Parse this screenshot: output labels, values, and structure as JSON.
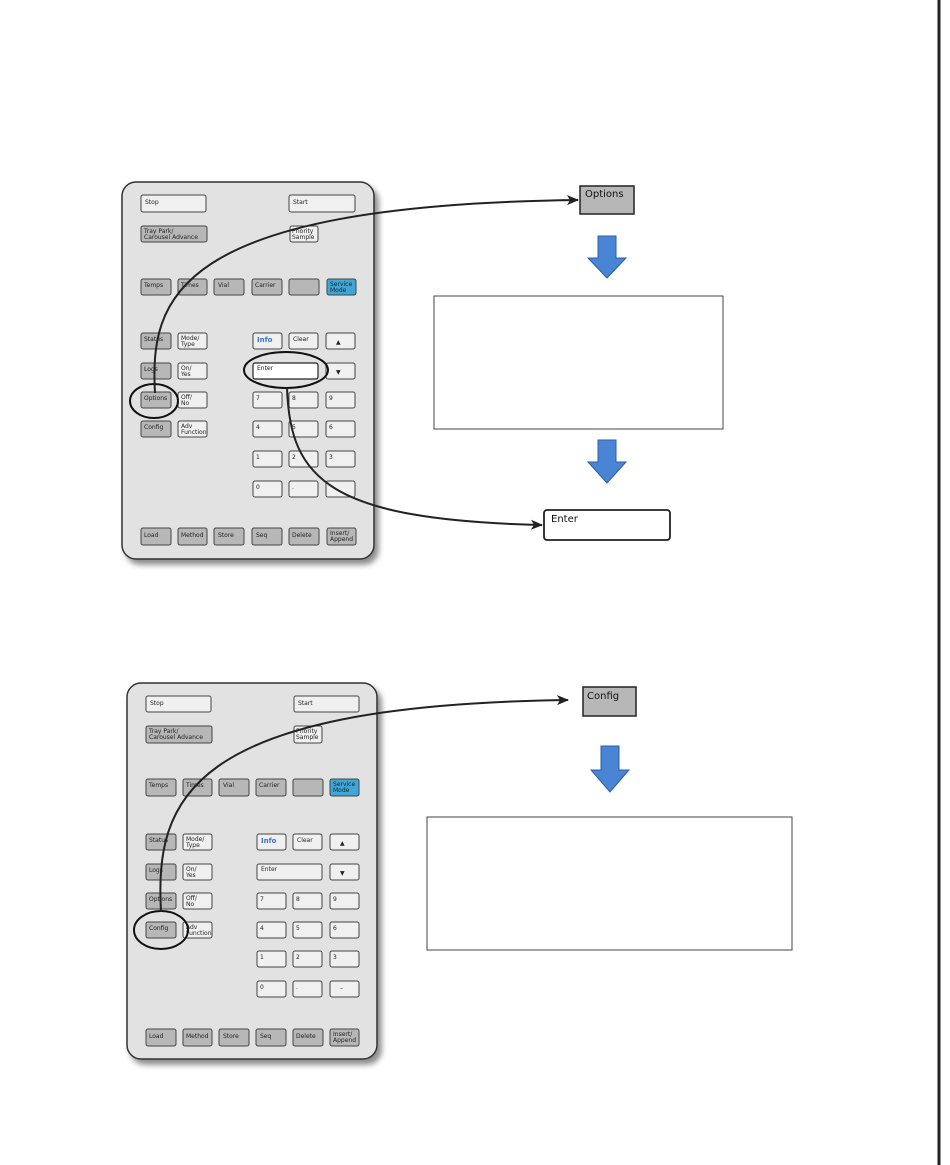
{
  "keypad": {
    "stop": "Stop",
    "start": "Start",
    "tray_park_1": "Tray Park/",
    "tray_park_2": "Carousel Advance",
    "priority_1": "Priority",
    "priority_2": "Sample",
    "temps": "Temps",
    "times": "Times",
    "vial": "Vial",
    "carrier": "Carrier",
    "service_1": "Service",
    "service_2": "Mode",
    "status": "Status",
    "mode_1": "Mode/",
    "mode_2": "Type",
    "logs": "Logs",
    "on_1": "On/",
    "on_2": "Yes",
    "options": "Options",
    "off_1": "Off/",
    "off_2": "No",
    "config": "Config",
    "adv_1": "Adv",
    "adv_2": "Function",
    "info": "Info",
    "clear": "Clear",
    "enter": "Enter",
    "up": "▲",
    "down": "▼",
    "d7": "7",
    "d8": "8",
    "d9": "9",
    "d4": "4",
    "d5": "5",
    "d6": "6",
    "d1": "1",
    "d2": "2",
    "d3": "3",
    "d0": "0",
    "dot": ".",
    "minus": "–",
    "load": "Load",
    "method": "Method",
    "store": "Store",
    "seq": "Seq",
    "delete": "Delete",
    "insert_1": "Insert/",
    "insert_2": "Append"
  },
  "top": {
    "options_key": "Options",
    "enter_key": "Enter"
  },
  "bottom": {
    "config_key": "Config"
  },
  "colors": {
    "arrow_blue": "#4a84d4",
    "service_blue": "#3fa6d8",
    "panel_gray": "#e2e2e2",
    "key_gray": "#b7b7b7"
  }
}
